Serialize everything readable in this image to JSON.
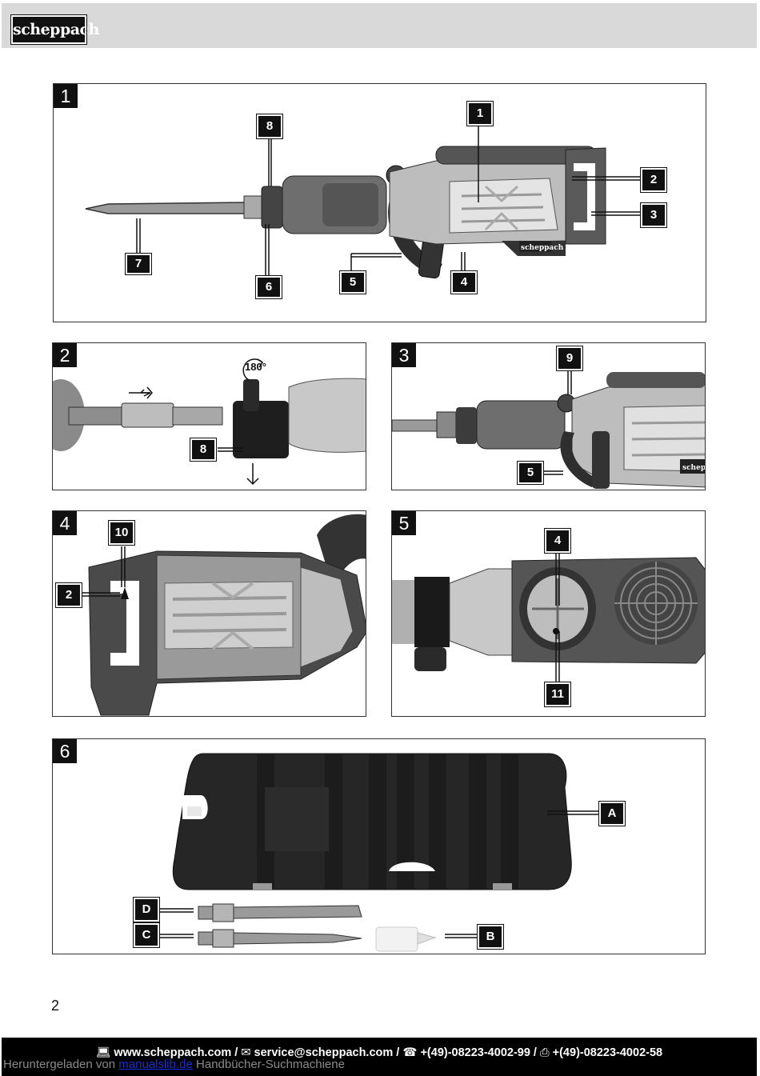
{
  "header": {
    "logo_text": "scheppach"
  },
  "figures": [
    {
      "number": "1",
      "callouts": [
        "1",
        "2",
        "3",
        "4",
        "5",
        "6",
        "7",
        "8"
      ],
      "tool_label": "scheppach"
    },
    {
      "number": "2",
      "callouts": [
        "8"
      ],
      "rotation": "180°"
    },
    {
      "number": "3",
      "callouts": [
        "9",
        "5"
      ],
      "tool_label": "scheppa"
    },
    {
      "number": "4",
      "callouts": [
        "10",
        "2"
      ]
    },
    {
      "number": "5",
      "callouts": [
        "4",
        "11"
      ]
    },
    {
      "number": "6",
      "callouts": [
        "A",
        "D",
        "C",
        "B"
      ]
    }
  ],
  "page_number": "2",
  "footer": {
    "website": "www.scheppach.com /",
    "email": "service@scheppach.com /",
    "phone": "+(49)-08223-4002-99 /",
    "fax": "+(49)-08223-4002-58",
    "icons": {
      "web": "computer-icon",
      "mail": "mail-icon",
      "phone": "phone-icon",
      "fax": "fax-icon"
    }
  },
  "download_note": {
    "prefix": "Heruntergeladen von",
    "link_text": "manualslib.de",
    "suffix": "Handbücher-Suchmachiene"
  }
}
